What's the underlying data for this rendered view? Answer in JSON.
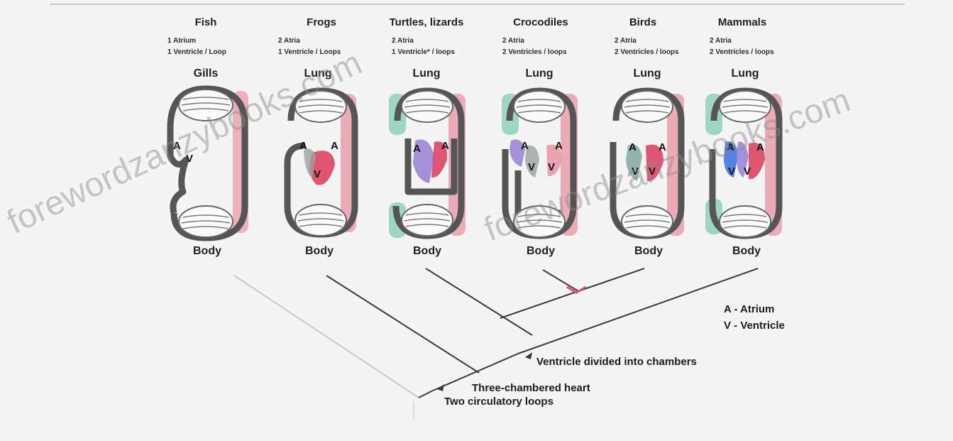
{
  "animals": [
    {
      "name": "Fish",
      "line1": "1 Atrium",
      "line2": "1 Ventricle / Loop",
      "organ": "Gills",
      "body": "Body"
    },
    {
      "name": "Frogs",
      "line1": "2 Atria",
      "line2": "1 Ventricle / Loops",
      "organ": "Lung",
      "body": "Body"
    },
    {
      "name": "Turtles, lizards",
      "line1": "2 Atria",
      "line2": "1 Ventricle* / loops",
      "organ": "Lung",
      "body": "Body"
    },
    {
      "name": "Crocodiles",
      "line1": "2 Atria",
      "line2": "2 Ventricles / loops",
      "organ": "Lung",
      "body": "Body"
    },
    {
      "name": "Birds",
      "line1": "2 Atria",
      "line2": "2 Ventricles / loops",
      "organ": "Lung",
      "body": "Body"
    },
    {
      "name": "Mammals",
      "line1": "2 Atria",
      "line2": "2 Ventricles / loops",
      "organ": "Lung",
      "body": "Body"
    }
  ],
  "chambers": {
    "atrium": "A",
    "ventricle": "V"
  },
  "tree_labels": {
    "ventricle_divided": "Ventricle divided into chambers",
    "three_chambered": "Three-chambered heart",
    "two_loops": "Two circulatory loops"
  },
  "legend": {
    "atrium": "A - Atrium",
    "ventricle": "V - Ventricle"
  },
  "watermark": {
    "left": "forewordzanzybooks.com",
    "right": "forewordzanzybooks.com"
  },
  "colors": {
    "oxygenated": "#e89aa8",
    "oxygenated_dark": "#d93a5a",
    "deoxygenated": "#8fd0b8",
    "mixed": "#9b86d6",
    "vessel": "#555555",
    "background": "#f4f4f4"
  }
}
